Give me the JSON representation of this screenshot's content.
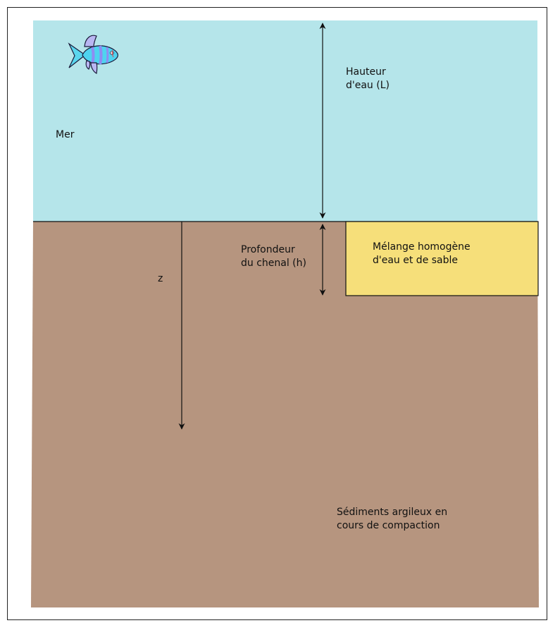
{
  "labels": {
    "sea": "Mer",
    "water_height": "Hauteur\nd'eau (L)",
    "channel_depth": "Profondeur\ndu chenal (h)",
    "z_axis": "z",
    "mixture": "Mélange homogène\nd'eau et de sable",
    "sediments": "Sédiments argileux en\ncours de compaction"
  },
  "colors": {
    "sea": "#b5e5ea",
    "sediment": "#b6957f",
    "mixture": "#f6df7a",
    "line": "#111111"
  },
  "icons": {
    "fish": "fish-icon"
  }
}
